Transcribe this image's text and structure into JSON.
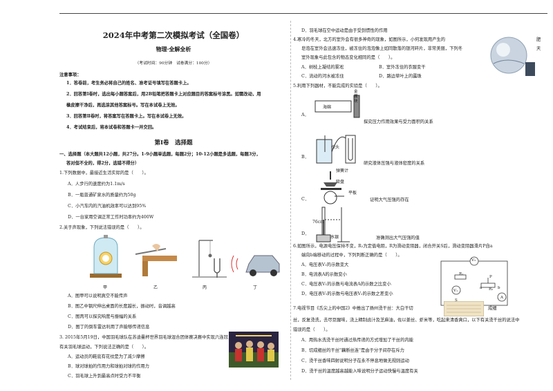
{
  "header": {
    "title": "2024年中考第二次模拟考试（全国卷）",
    "subtitle": "物理·全解全析",
    "meta": "（考试时间：90分钟　试卷满分：100分）"
  },
  "notes": {
    "heading": "注意事项：",
    "items": [
      "1．答卷前，考生务必将自己的姓名、准考证号填写在答题卡上。",
      "2．回答第Ⅰ卷时，选出每小题答案后，用2B铅笔把答题卡上对应题目的答案标号涂黑。如需改动，用",
      "橡皮擦干净后，再选涂其他答案标号。写在本试卷上无效。",
      "3．回答第Ⅱ卷时，将答案写在答题卡上。写在本试卷上无效。",
      "4．考试结束后，将本试卷和答题卡一并交回。"
    ]
  },
  "section": {
    "title": "第Ⅰ卷　选择题",
    "intro1": "一、选择题（本大题共12小题，共27分。1-9小题单选题，每题2分；10-12小题是多选题，每题3分，",
    "intro2": "答对但不全的，得2分，选错不得分）"
  },
  "q1": {
    "stem": "1.下列数据中，最接近生活实际的是（　　）。",
    "options": [
      "A．人步行的速度约为1.1m/s",
      "B．一瓶普通矿泉水的质量约为50g",
      "C．小汽车内的汽油机效率可以达到95%",
      "D．一台家用空调正常工作时功率约为400W"
    ]
  },
  "q2": {
    "stem": "2.关于声现象，下列说法错误的是（　　）。",
    "captions": [
      "甲",
      "乙",
      "丙",
      "丁"
    ],
    "options": [
      "A．图甲可以说明真空不能传声",
      "B．图乙中钢尺伸出桌面的长度越长，振动时，音调越高",
      "C．图丙可以探究响度与振幅的关系",
      "D．图丁的倒车雷达利用了声能够传递信息"
    ]
  },
  "q3": {
    "stem1": "3. 2015年5月19日，中国羽毛球队在苏迪曼杯世界羽毛球混合团体赛决赛中实现六连冠，为国争得了荣誉，",
    "stem2": "有关羽毛球运动，下列说法正确的是（　　）。",
    "options": [
      "A．运动员的鞋底有花纹是为了减少摩擦",
      "B．球对球拍的作用力和球拍对球的作用力",
      "C．羽毛球上升到最高点时受力不平衡",
      "D．羽毛球在空中运动是由于受到惯性的作用"
    ]
  },
  "q4": {
    "stem1": "4.寒冷的冬天，北方的室外会有很多神奇的现象，如图所示，小何发现用产生的",
    "stem1_tail": "肥",
    "stem2": "皂泡在室外会迅速冻住，被冻住的泡泡像上如同散落的银河碎片，非常美丽，下列冬",
    "stem2_tail": "天",
    "stem3": "室外现象与此包含的物态变化相同的是（　　）。",
    "options": [
      "A．树枝上凝结的雾凇",
      "B．室外冻住的衣服变干",
      "C．流动的河水被冻住",
      "D．路边草叶上的露珠"
    ]
  },
  "q5": {
    "stem": "5.利用下列器材，不能完成的实验是（　　）。",
    "labels": {
      "sea": "海绵",
      "metal": "金属块",
      "probe": "探头",
      "spring": "弹簧计",
      "sucker": "吸盘",
      "glass": "平板",
      "height": "76cm",
      "mercury": "水银"
    },
    "options": [
      "A．",
      "B．",
      "C．",
      "D．"
    ],
    "descs": [
      "探究压力作用效果与受力面积的关系",
      "研究液体压强与液体密度的关系",
      "证明大气压强的存在",
      "准确测出大气压强的值"
    ]
  },
  "q6": {
    "stem1": "6.如图所示，电源电压保持不变，R₁为定值电阻，R为滑动变阻器，闭合开关S后，滑动变阻器滑片P自a",
    "stem2": "端向b端移动的过程中，下列判断正确的是（　　）。",
    "options": [
      "A．电压表V₁的示数变大",
      "B．电流表A的示数变小",
      "C．电压表V₁的示数与电流表A的示数之比变小",
      "D．电压表V₁的示数与电压表V₂的示数之差变小"
    ],
    "circuit": {
      "v1": "V₁",
      "v2": "V₂",
      "r1": "R₁",
      "r2": "R₂",
      "p": "P",
      "a": "a",
      "b": "b",
      "s": "S",
      "am": "A"
    }
  },
  "q7": {
    "stem1": "7.电视节目《舌尖上的中国2》中推出了扬州烫干丝：大白干切",
    "stem1_tail": "成细",
    "stem2": "丝，反复烫洗，去尽豆腥味，浇上精制卤汁及芝麻油，佐以姜丝、虾米等，吃起来清香爽口，以下有关烫干丝的说法中",
    "stem3": "错误的是（　　）。",
    "options": [
      "A．用热水洗烫干丝时通过热传递的方式增加了干丝的内能",
      "B．切成细丝的干丝\"藕断丝连\"是由于分子间存在斥力",
      "C．烫干丝香味四射说明分子在永不停息地做无规则运动",
      "D．烫干丝的温度越高越能入味说明分子运动快慢与温度有关"
    ]
  }
}
